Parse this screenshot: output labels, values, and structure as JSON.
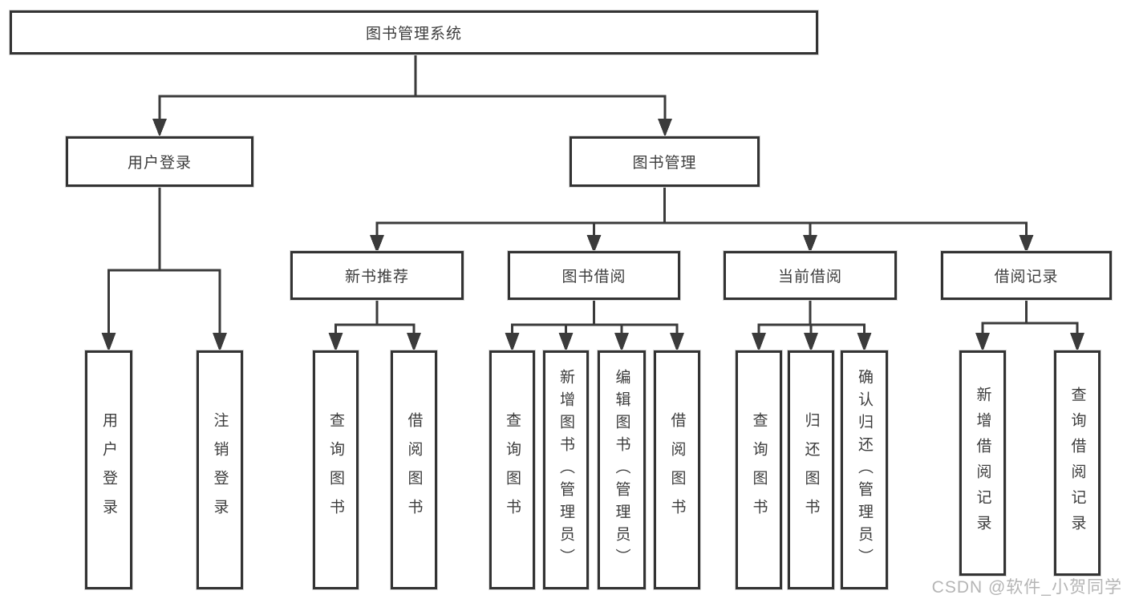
{
  "colors": {
    "background": "#ffffff",
    "line": "#3b3b3b",
    "box_border": "#333333",
    "text": "#3d3d3d",
    "watermark": "#b5b5b5"
  },
  "watermark": "CSDN @软件_小贺同学",
  "tree": {
    "label": "图书管理系统",
    "children": [
      {
        "label": "用户登录",
        "children": [
          {
            "label": "用户登录"
          },
          {
            "label": "注销登录"
          }
        ]
      },
      {
        "label": "图书管理",
        "children": [
          {
            "label": "新书推荐",
            "children": [
              {
                "label": "查询图书"
              },
              {
                "label": "借阅图书"
              }
            ]
          },
          {
            "label": "图书借阅",
            "children": [
              {
                "label": "查询图书"
              },
              {
                "label": "新增图书（管理员）"
              },
              {
                "label": "编辑图书（管理员）"
              },
              {
                "label": "借阅图书"
              }
            ]
          },
          {
            "label": "当前借阅",
            "children": [
              {
                "label": "查询图书"
              },
              {
                "label": "归还图书"
              },
              {
                "label": "确认归还（管理员）"
              }
            ]
          },
          {
            "label": "借阅记录",
            "children": [
              {
                "label": "新增借阅记录"
              },
              {
                "label": "查询借阅记录"
              }
            ]
          }
        ]
      }
    ]
  }
}
